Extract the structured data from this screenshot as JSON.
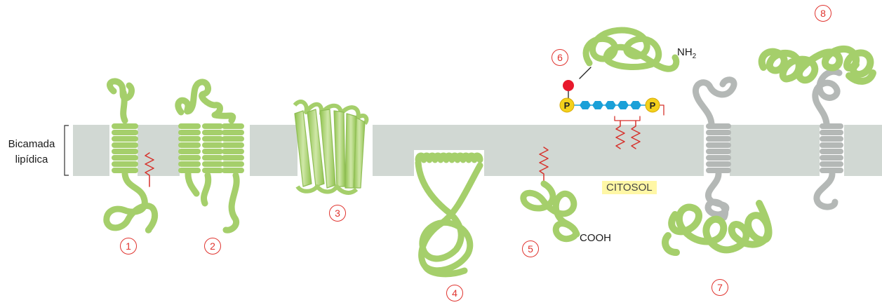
{
  "labels": {
    "bilayer_line1": "Bicamada",
    "bilayer_line2": "lipídica",
    "cytosol": "CITOSOL",
    "amino_terminus": "NH",
    "amino_sub": "2",
    "carboxyl_terminus": "COOH",
    "phosphate": "P"
  },
  "proteins": [
    {
      "number": "1"
    },
    {
      "number": "2"
    },
    {
      "number": "3"
    },
    {
      "number": "4"
    },
    {
      "number": "5"
    },
    {
      "number": "6"
    },
    {
      "number": "7"
    },
    {
      "number": "8"
    }
  ],
  "colors": {
    "protein": "#a5cf6b",
    "protein_stroke": "#8fbd55",
    "second_protein": "#b4b8b6",
    "membrane": "#d1d8d3",
    "lipid_anchor": "#d6322c",
    "oligosaccharide": "#1aa0d8",
    "phosphate": "#f3d11c",
    "linker_ball": "#e8192c",
    "number_circle": "#e0342f",
    "cytosol_highlight": "#fff7a6"
  }
}
